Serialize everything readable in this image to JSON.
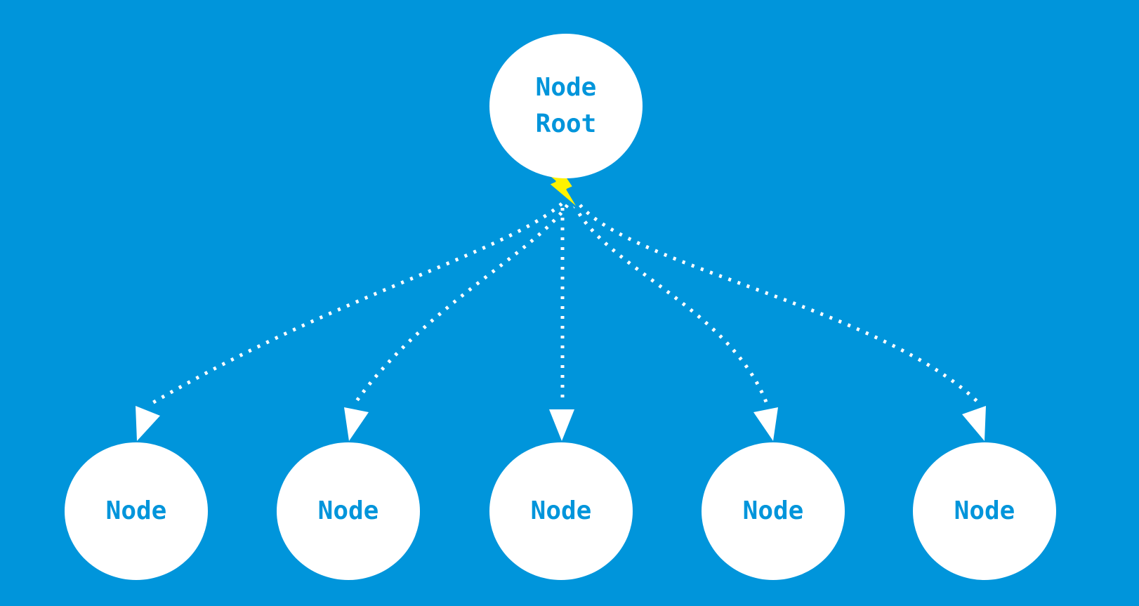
{
  "diagram": {
    "root": {
      "line1": "Node",
      "line2": "Root"
    },
    "children": [
      {
        "label": "Node"
      },
      {
        "label": "Node"
      },
      {
        "label": "Node"
      },
      {
        "label": "Node"
      },
      {
        "label": "Node"
      }
    ],
    "colors": {
      "background": "#0095DB",
      "node_fill": "#FFFFFF",
      "node_text": "#0095DB",
      "edge": "#FFFFFF",
      "lightning_fill": "#FFF200"
    },
    "edge_style": "dotted-arrow",
    "icons": [
      "lightning-bolt-icon"
    ]
  }
}
